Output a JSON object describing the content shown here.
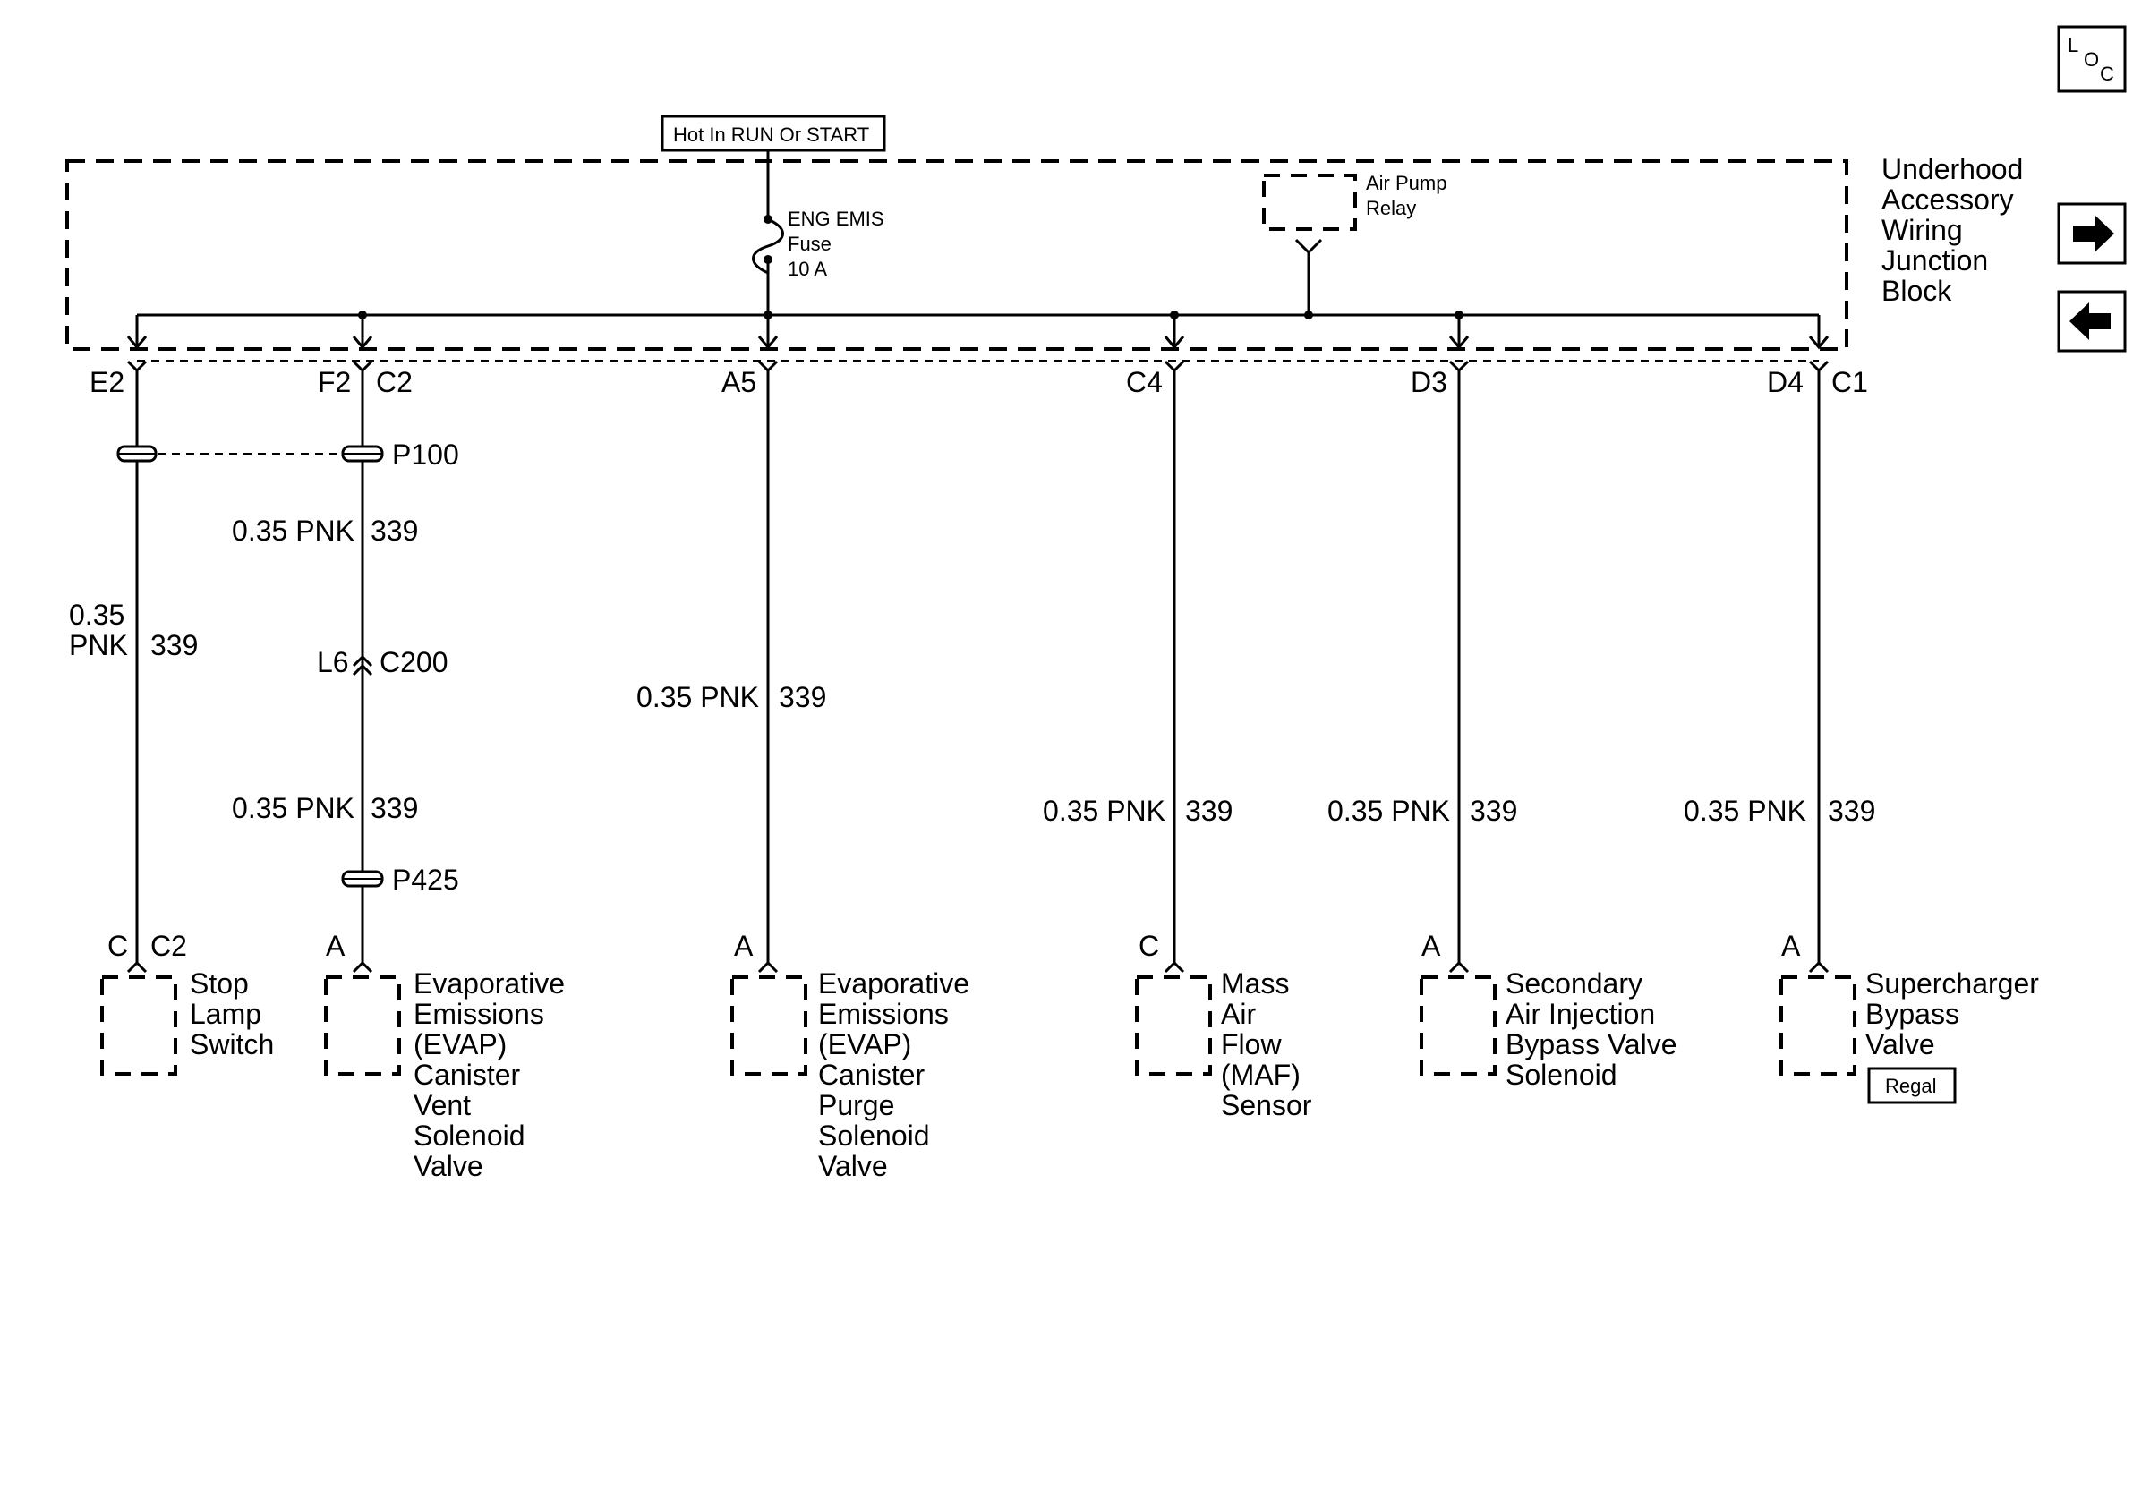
{
  "supply": {
    "label": "Hot In RUN Or START"
  },
  "junction_block": {
    "lines": [
      "Underhood",
      "Accessory",
      "Wiring",
      "Junction",
      "Block"
    ]
  },
  "fuse": {
    "lines": [
      "ENG EMIS",
      "Fuse",
      "10 A"
    ]
  },
  "relay": {
    "lines": [
      "Air Pump",
      "Relay"
    ]
  },
  "nav": {
    "loc_top": "L",
    "loc_o": "O",
    "loc_c": "C",
    "forward_icon": "arrow-right-icon",
    "back_icon": "arrow-left-icon"
  },
  "circuits": {
    "e2": {
      "pin": "E2"
    },
    "f2": {
      "pin": "F2",
      "connector": "C2"
    },
    "a5": {
      "pin": "A5"
    },
    "c4": {
      "pin": "C4"
    },
    "d3": {
      "pin": "D3"
    },
    "d4": {
      "pin": "D4",
      "connector": "C1"
    }
  },
  "splices": {
    "p100": "P100",
    "p425": "P425"
  },
  "inline_connector": {
    "pin": "L6",
    "name": "C200"
  },
  "wires": {
    "stop_size": "0.35",
    "stop_color": "PNK",
    "stop_circuit": "339",
    "evap_vent_upper": {
      "spec": "0.35 PNK",
      "circuit": "339"
    },
    "evap_vent_lower": {
      "spec": "0.35 PNK",
      "circuit": "339"
    },
    "evap_purge": {
      "spec": "0.35 PNK",
      "circuit": "339"
    },
    "maf": {
      "spec": "0.35 PNK",
      "circuit": "339"
    },
    "air_inj": {
      "spec": "0.35 PNK",
      "circuit": "339"
    },
    "supercharger": {
      "spec": "0.35 PNK",
      "circuit": "339"
    }
  },
  "components": {
    "stop_lamp": {
      "pin": "C",
      "connector": "C2",
      "lines": [
        "Stop",
        "Lamp",
        "Switch"
      ]
    },
    "evap_vent": {
      "pin": "A",
      "lines": [
        "Evaporative",
        "Emissions",
        "(EVAP)",
        "Canister",
        "Vent",
        "Solenoid",
        "Valve"
      ]
    },
    "evap_purge": {
      "pin": "A",
      "lines": [
        "Evaporative",
        "Emissions",
        "(EVAP)",
        "Canister",
        "Purge",
        "Solenoid",
        "Valve"
      ]
    },
    "maf": {
      "pin": "C",
      "lines": [
        "Mass",
        "Air",
        "Flow",
        "(MAF)",
        "Sensor"
      ]
    },
    "air_injection": {
      "pin": "A",
      "lines": [
        "Secondary",
        "Air Injection",
        "Bypass Valve",
        "Solenoid"
      ]
    },
    "supercharger": {
      "pin": "A",
      "lines": [
        "Supercharger",
        "Bypass",
        "Valve"
      ],
      "badge": "Regal"
    }
  }
}
